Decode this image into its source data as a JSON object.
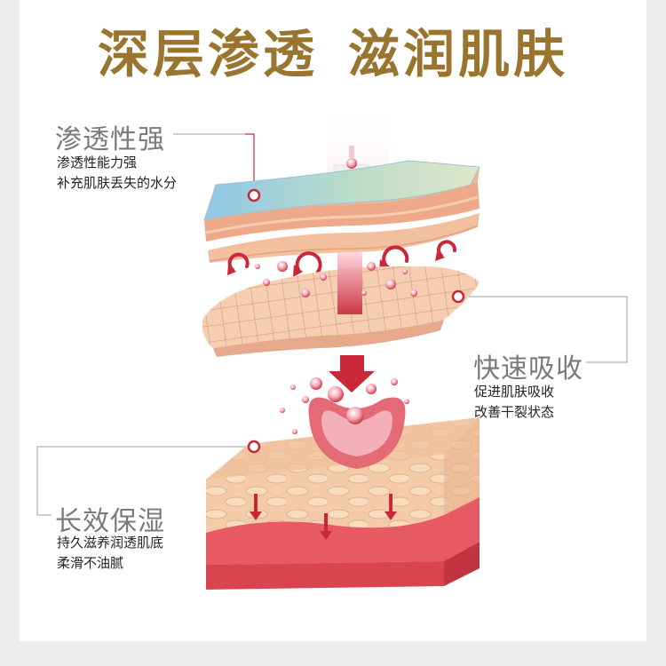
{
  "title": {
    "part1": "深层渗透",
    "part2": "滋润肌肤"
  },
  "features": [
    {
      "heading": "渗透性强",
      "lines": [
        "渗透性能力强",
        "补充肌肤丢失的水分"
      ]
    },
    {
      "heading": "快速吸收",
      "lines": [
        "促进肌肤吸收",
        "改善干裂状态"
      ]
    },
    {
      "heading": "长效保湿",
      "lines": [
        "持久滋养润透肌底",
        "柔滑不油腻"
      ]
    }
  ],
  "colors": {
    "title": "#9a7530",
    "accent": "#c8283a",
    "heading": "#7a7a7a",
    "skin": "#f2c6a1"
  }
}
